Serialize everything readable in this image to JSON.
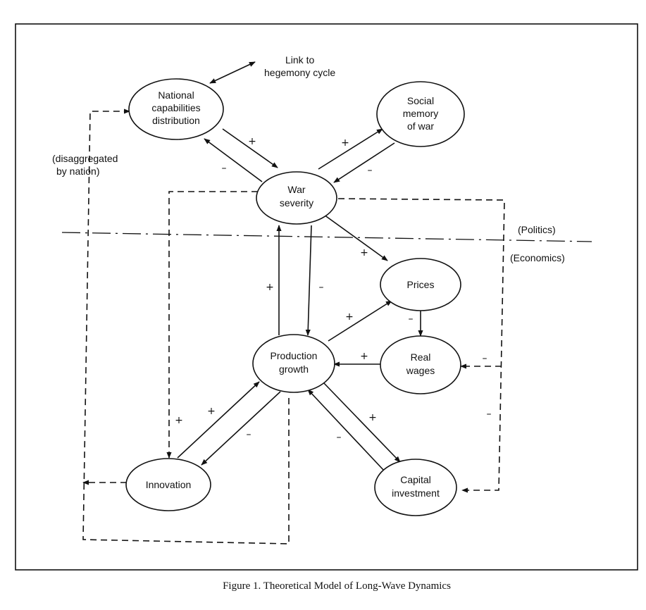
{
  "nodes": {
    "national": [
      "National",
      "capabilities",
      "distribution"
    ],
    "social": [
      "Social",
      "memory",
      "of war"
    ],
    "war": [
      "War",
      "severity"
    ],
    "prices": [
      "Prices"
    ],
    "production": [
      "Production",
      "growth"
    ],
    "wages": [
      "Real",
      "wages"
    ],
    "innovation": [
      "Innovation"
    ],
    "capital": [
      "Capital",
      "investment"
    ]
  },
  "labels": {
    "link_line1": "Link to",
    "link_line2": "hegemony cycle",
    "disagg_line1": "(disaggregated",
    "disagg_line2": "by nation)",
    "politics": "(Politics)",
    "economics": "(Economics)"
  },
  "signs": {
    "plus": "+",
    "minus": "–"
  },
  "caption": "Figure 1.  Theoretical Model of Long-Wave Dynamics",
  "colors": {
    "ink": "#111111",
    "paper": "#ffffff"
  }
}
